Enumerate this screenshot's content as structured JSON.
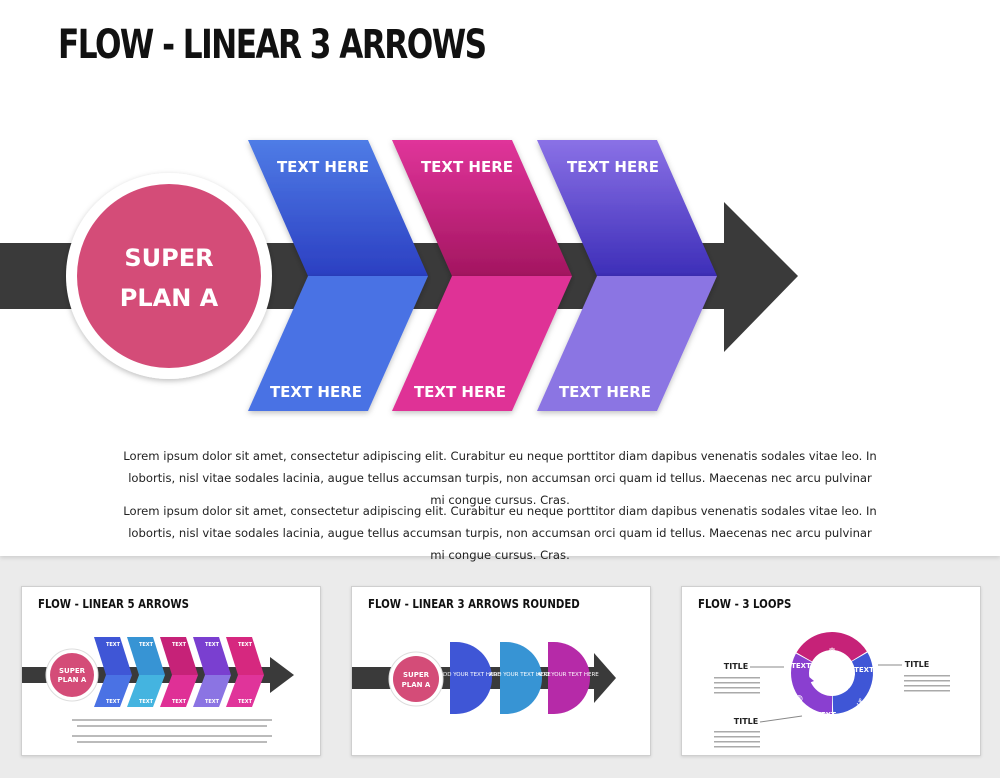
{
  "main": {
    "title": "FLOW - LINEAR 3 ARROWS",
    "circle": {
      "line1": "SUPER",
      "line2": "PLAN A"
    },
    "top_labels": [
      "TEXT HERE",
      "TEXT HERE",
      "TEXT HERE"
    ],
    "bottom_labels": [
      "TEXT HERE",
      "TEXT HERE",
      "TEXT HERE"
    ],
    "paragraph1": "Lorem ipsum dolor sit amet, consectetur adipiscing elit. Curabitur eu neque porttitor diam dapibus venenatis sodales vitae leo. In lobortis, nisl vitae sodales lacinia, augue tellus accumsan turpis, non accumsan orci quam id tellus. Maecenas nec arcu pulvinar mi congue cursus. Cras.",
    "paragraph2": "Lorem ipsum dolor sit amet, consectetur adipiscing elit. Curabitur eu neque porttitor diam dapibus venenatis sodales vitae leo. In lobortis, nisl vitae sodales lacinia, augue tellus accumsan turpis, non accumsan orci quam id tellus. Maecenas nec arcu pulvinar mi congue cursus. Cras."
  },
  "colors": {
    "blue": "#3f56d6",
    "blue_light": "#4f7ce6",
    "magenta": "#c62278",
    "magenta_light": "#e0349a",
    "purple": "#5b3fd0",
    "purple_light": "#8a71e6",
    "circle": "#d44c78",
    "arrow": "#3a3a3a"
  },
  "thumbnails": [
    {
      "title": "FLOW - LINEAR 5 ARROWS",
      "circle": {
        "line1": "SUPER",
        "line2": "PLAN A"
      },
      "labels": [
        "TEXT",
        "TEXT",
        "TEXT",
        "TEXT",
        "TEXT",
        "TEXT",
        "TEXT",
        "TEXT",
        "TEXT",
        "TEXT"
      ]
    },
    {
      "title": "FLOW - LINEAR 3 ARROWS ROUNDED",
      "circle": {
        "line1": "SUPER",
        "line2": "PLAN A"
      },
      "labels": [
        "ADD YOUR TEXT HERE",
        "ADD YOUR TEXT HERE",
        "ADD YOUR TEXT HERE"
      ]
    },
    {
      "title": "FLOW - 3 LOOPS",
      "loop_labels": [
        "TEXT",
        "TEXT",
        "TEXT"
      ],
      "side_titles": [
        "TITLE",
        "TITLE",
        "TITLE"
      ],
      "icons": [
        "anchor-icon",
        "globe-icon",
        "helm-icon"
      ]
    }
  ]
}
